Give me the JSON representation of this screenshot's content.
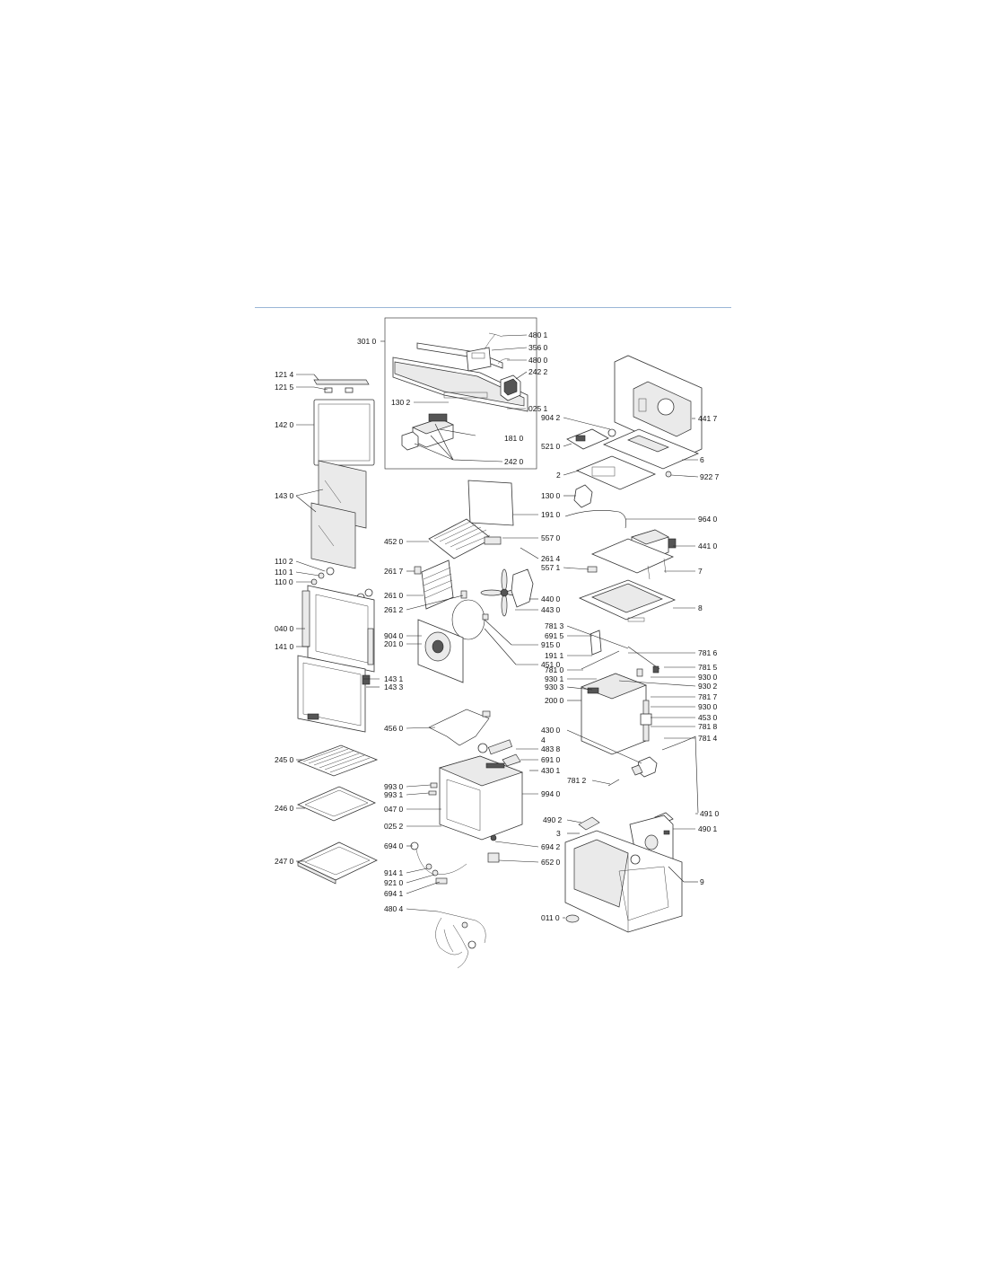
{
  "labels": [
    "301 0",
    "480 1",
    "356 0",
    "480 0",
    "242 2",
    "121 4",
    "121 5",
    "130 2",
    "025 1",
    "181 0",
    "242 0",
    "142 0",
    "441 7",
    "904 2",
    "521 0",
    "6",
    "2",
    "922 7",
    "130 0",
    "143 0",
    "191 0",
    "964 0",
    "452 0",
    "557 0",
    "441 0",
    "110 2",
    "110 1",
    "110 0",
    "261 7",
    "261 4",
    "557 1",
    "7",
    "261 0",
    "440 0",
    "261 2",
    "443 0",
    "8",
    "040 0",
    "904 0",
    "201 0",
    "781 3",
    "691 5",
    "915 0",
    "141 0",
    "191 1",
    "781 6",
    "451 0",
    "781 5",
    "781 0",
    "930 0",
    "930 1",
    "930 2",
    "930 3",
    "143 1",
    "143 3",
    "781 7",
    "200 0",
    "930 0",
    "453 0",
    "781 8",
    "456 0",
    "430 0",
    "781 4",
    "4",
    "483 8",
    "691 0",
    "245 0",
    "430 1",
    "993 0",
    "781 2",
    "993 1",
    "994 0",
    "246 0",
    "047 0",
    "491 0",
    "490 2",
    "025 2",
    "490 1",
    "3",
    "694 0",
    "694 2",
    "247 0",
    "652 0",
    "9",
    "914 1",
    "921 0",
    "694 1",
    "480 4",
    "011 0"
  ]
}
